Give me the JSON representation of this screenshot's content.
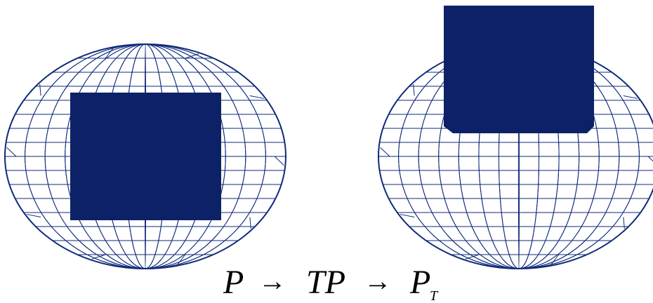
{
  "colors": {
    "mesh_stroke": "#0f2a7a",
    "patch_fill": "#0d2266",
    "formula_text": "#000000"
  },
  "figures": [
    {
      "name": "mesh-original",
      "shape": "ellipsoid-wireframe",
      "patch": "square-patch-centered"
    },
    {
      "name": "mesh-transformed",
      "shape": "ellipsoid-wireframe",
      "patch": "square-patch-translated-up"
    }
  ],
  "formula": {
    "p": "P",
    "arrow1": "→",
    "tp": "TP",
    "arrow2": "→",
    "pt_base": "P",
    "pt_sub": "T"
  }
}
